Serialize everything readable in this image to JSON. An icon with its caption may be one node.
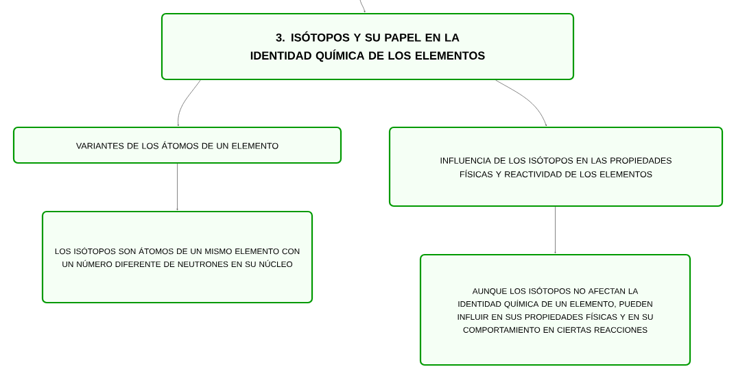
{
  "diagram": {
    "nodes": [
      {
        "text": [
          "3. ISÓTOPOS Y SU PAPEL EN LA IDENTIDAD QUÍMICA DE LOS ELEMENTOS"
        ]
      },
      {
        "text": [
          "VARIANTES DE LOS ÁTOMOS DE UN ELEMENTO"
        ]
      },
      {
        "text": [
          "INFLUENCIA DE LOS ISÓTOPOS EN LAS PROPIEDADES FÍSICAS Y REACTIVIDAD DE LOS ELEMENTOS"
        ]
      },
      {
        "text": [
          "LOS ISÓTOPOS SON ÁTOMOS DE UN MISMO ELEMENTO CON UN NÚMERO DIFERENTE DE NEUTRONES EN SU NÚCLEO"
        ]
      },
      {
        "text": [
          "AUNQUE LOS ISÓTOPOS NO AFECTAN LA IDENTIDAD QUÍMICA DE UN ELEMENTO, PUEDEN INFLUIR EN SUS PROPIEDADES FÍSICAS Y EN SU COMPORTAMIENTO EN CIERTAS REACCIONES"
        ]
      }
    ],
    "edges": [
      {
        "from": null,
        "to": 0,
        "arrow": "to"
      },
      {
        "from": 0,
        "to": 1,
        "arrow": "to"
      },
      {
        "from": 0,
        "to": 2,
        "arrow": "to"
      },
      {
        "from": 1,
        "to": 3,
        "arrow": "to"
      },
      {
        "from": 2,
        "to": 4,
        "arrow": "to"
      }
    ]
  }
}
